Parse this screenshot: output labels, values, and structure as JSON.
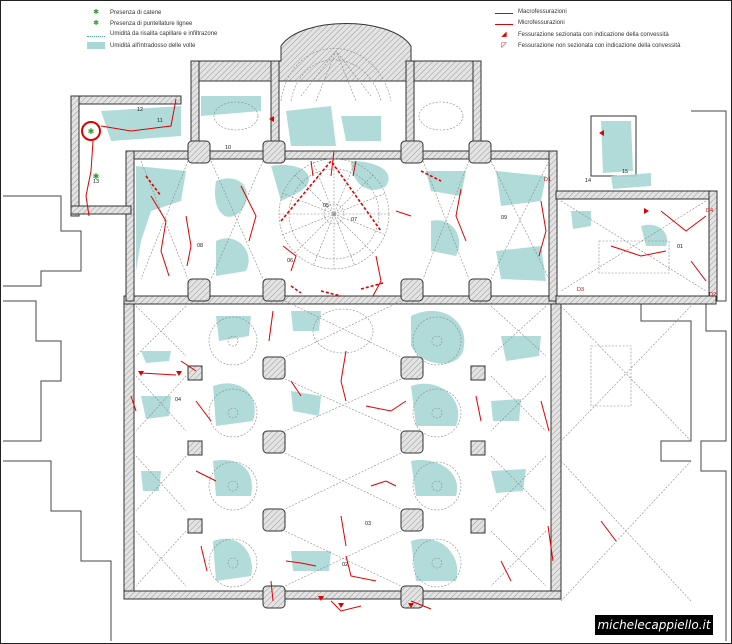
{
  "legend": {
    "left": [
      {
        "label": "Presenza di catene",
        "symbol": "star-icon"
      },
      {
        "label": "Presenza di puntellature lignee",
        "symbol": "star-icon"
      },
      {
        "label": "Umidità da risalita capillare e infiltrazone",
        "symbol": "dotted-line-icon"
      },
      {
        "label": "Umidità all'intradosso delle volte",
        "symbol": "teal-swatch-icon"
      }
    ],
    "right": [
      {
        "label": "Macrofessurazioni",
        "symbol": "thick-red-line-icon"
      },
      {
        "label": "Microfessurazioni",
        "symbol": "thin-red-line-icon"
      },
      {
        "label": "Fessurazione sezionata con indicazione della convessità",
        "symbol": "red-arrow-icon"
      },
      {
        "label": "Fessurazione non sezionata con indicazione della convessità",
        "symbol": "hollow-red-arrow-icon"
      }
    ]
  },
  "markers": {
    "m01": "01",
    "m02": "02",
    "m03": "03",
    "m04": "04",
    "m05": "05",
    "m06": "06",
    "m07": "07",
    "m08": "08",
    "m09": "09",
    "m10": "10",
    "m11": "11",
    "m12": "12",
    "m13": "13",
    "m14": "14",
    "m15": "15",
    "d1": "D1",
    "d2": "D2",
    "d3": "D3",
    "d4": "D4"
  },
  "watermark": "michelecappiello.it",
  "colors": {
    "wall": "#d9d9d9",
    "wall_stroke": "#333333",
    "damp": "#a8d8d5",
    "crack": "#e00000",
    "line": "#666666"
  }
}
